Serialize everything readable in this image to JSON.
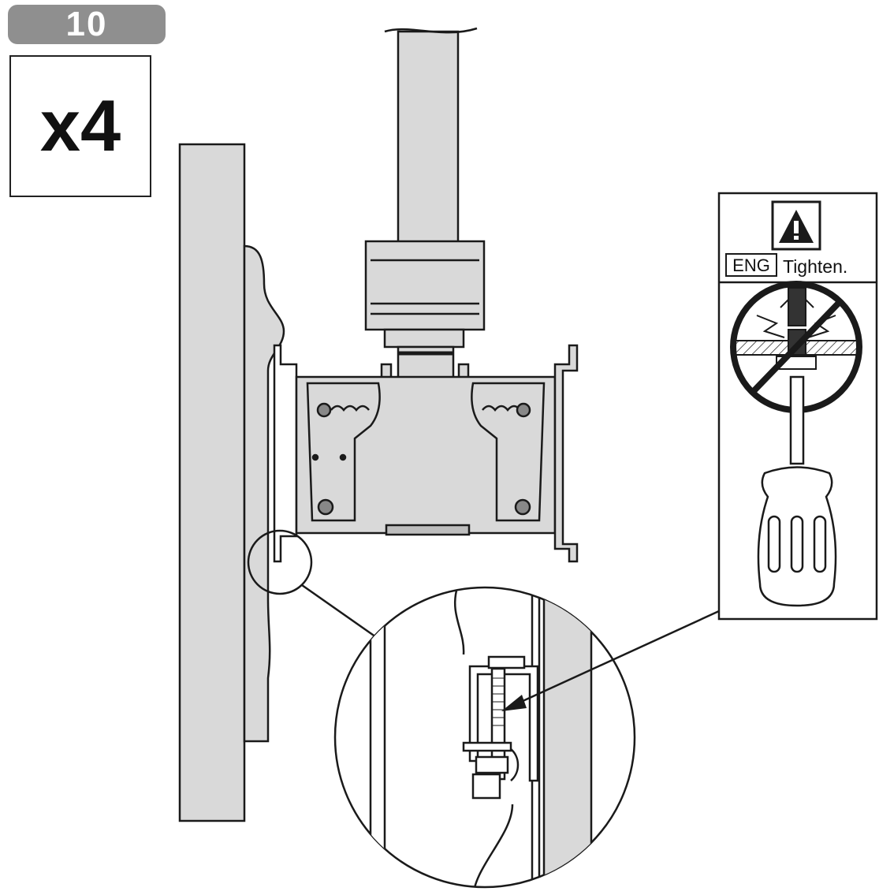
{
  "step": {
    "number": "10",
    "badge_color": "#8f8f8f"
  },
  "quantity": {
    "label": "x4"
  },
  "warning": {
    "language": "ENG",
    "instruction": "Tighten.",
    "icon": "warning-triangle-icon",
    "prohibition_icon": "no-overtighten-icon",
    "tool_icon": "screwdriver-icon"
  },
  "colors": {
    "line": "#1a1a1a",
    "fill": "#d9d9d9",
    "dark_fill": "#bdbdbd"
  }
}
